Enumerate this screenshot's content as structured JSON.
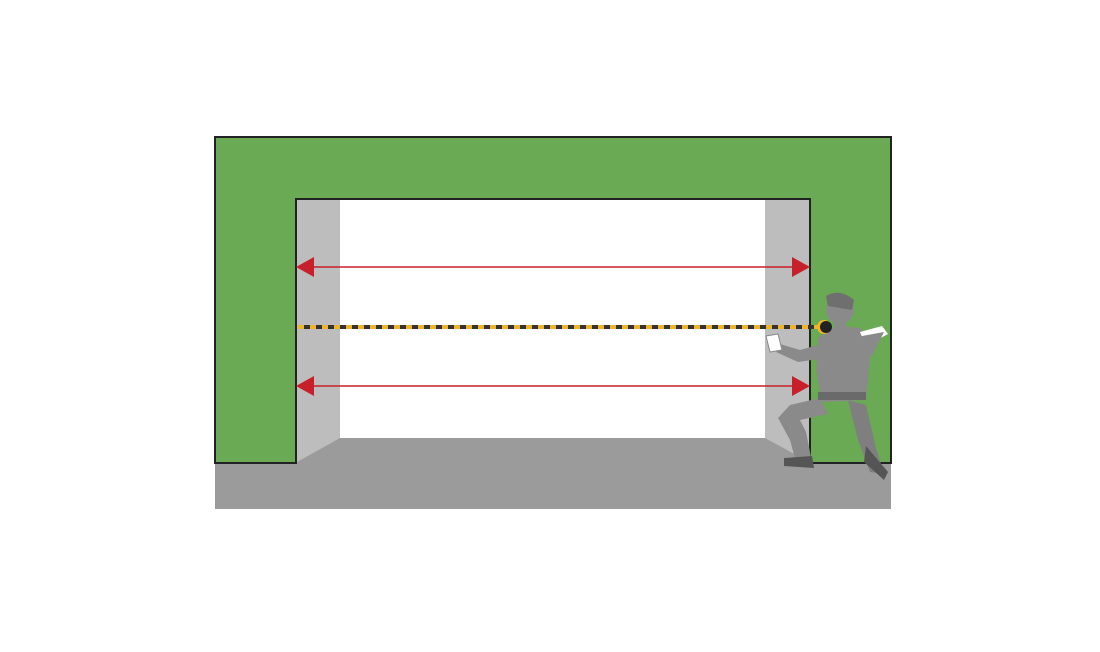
{
  "diagram": {
    "subject": "garage-door-opening-width-measurement",
    "colors": {
      "wall": "#6aaa55",
      "wall_outline": "#222222",
      "floor": "#9b9b9b",
      "jamb": "#bdbdbd",
      "opening": "#ffffff",
      "arrow": "#c8202a",
      "tape_dark": "#333333",
      "tape_light": "#f0b429",
      "person": "#8a8a8a",
      "person_dark": "#555555"
    },
    "measurements": [
      {
        "id": "upper-width",
        "kind": "double-arrow"
      },
      {
        "id": "tape-line",
        "kind": "measuring-tape"
      },
      {
        "id": "lower-width",
        "kind": "double-arrow"
      }
    ],
    "icons": [
      "person-measuring-icon",
      "tape-measure-icon"
    ]
  }
}
